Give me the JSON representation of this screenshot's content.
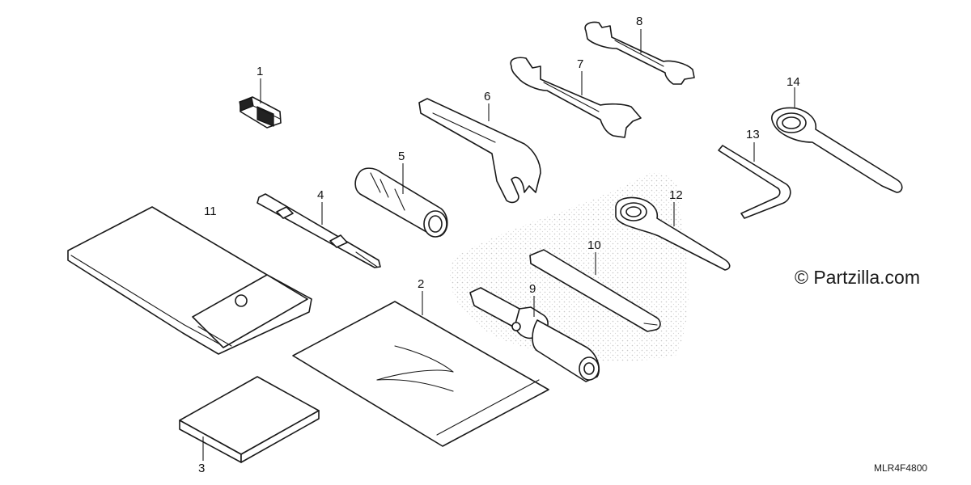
{
  "diagram": {
    "callouts": [
      {
        "id": "1",
        "text": "1"
      },
      {
        "id": "2",
        "text": "2"
      },
      {
        "id": "3",
        "text": "3"
      },
      {
        "id": "4",
        "text": "4"
      },
      {
        "id": "5",
        "text": "5"
      },
      {
        "id": "6",
        "text": "6"
      },
      {
        "id": "7",
        "text": "7"
      },
      {
        "id": "8",
        "text": "8"
      },
      {
        "id": "9",
        "text": "9"
      },
      {
        "id": "10",
        "text": "10"
      },
      {
        "id": "11",
        "text": "11"
      },
      {
        "id": "12",
        "text": "12"
      },
      {
        "id": "13",
        "text": "13"
      },
      {
        "id": "14",
        "text": "14"
      }
    ],
    "watermark": "© Partzilla.com",
    "diagram_code": "MLR4F4800"
  }
}
